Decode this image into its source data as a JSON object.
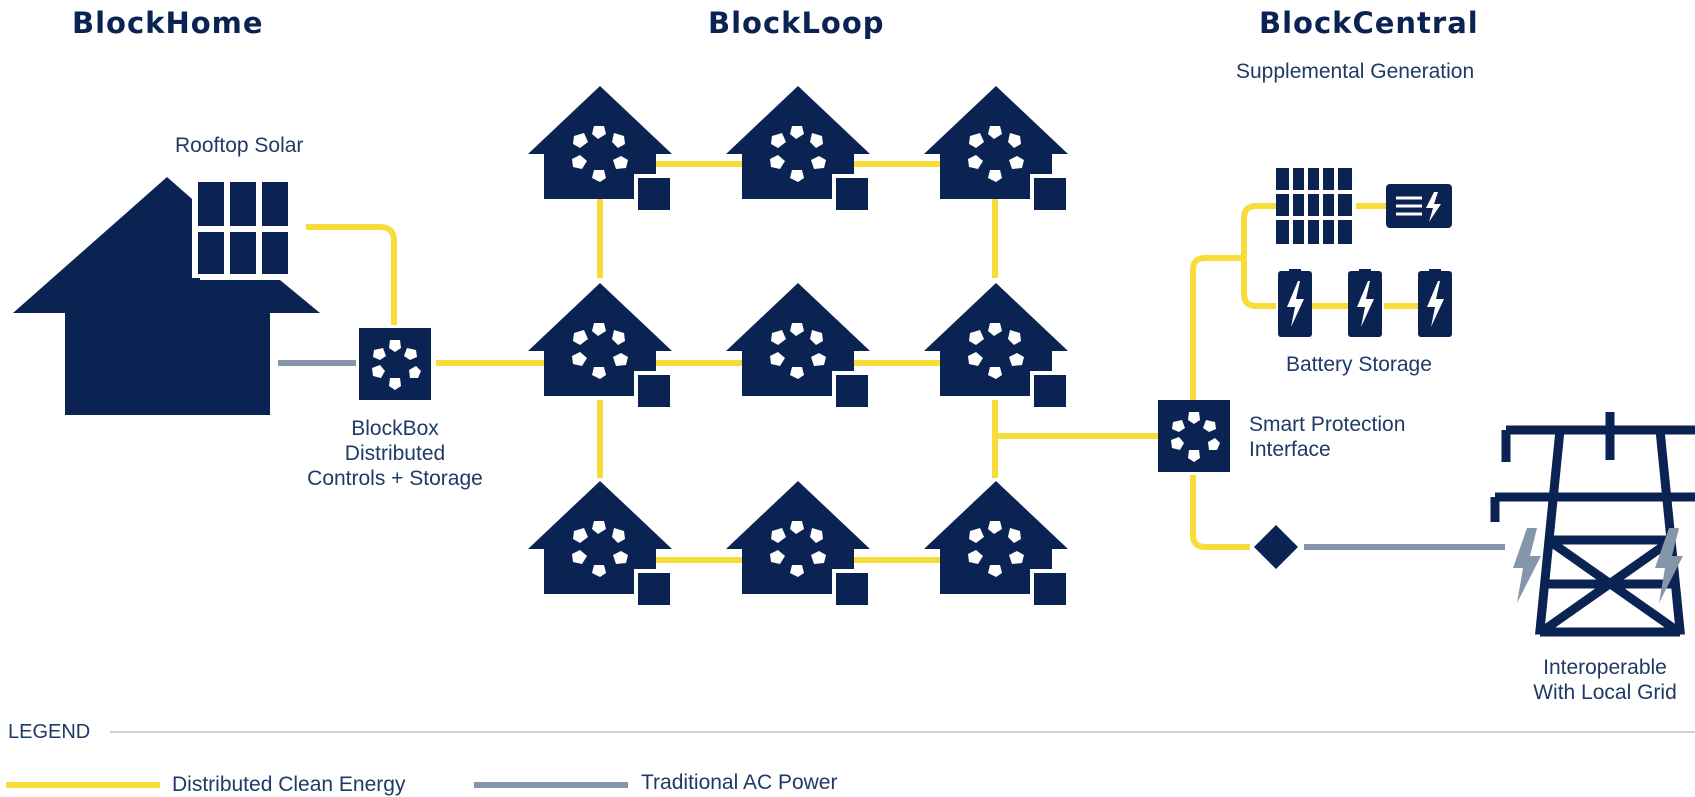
{
  "sections": {
    "home": "BlockHome",
    "loop": "BlockLoop",
    "central": "BlockCentral"
  },
  "labels": {
    "supplemental": "Supplemental Generation",
    "rooftop_solar": "Rooftop Solar",
    "blockbox_1": "BlockBox",
    "blockbox_2": "Distributed",
    "blockbox_3": "Controls + Storage",
    "battery_storage": "Battery Storage",
    "smart_protection_1": "Smart Protection",
    "smart_protection_2": "Interface",
    "grid_1": "Interoperable",
    "grid_2": "With Local Grid"
  },
  "legend": {
    "title": "LEGEND",
    "clean": "Distributed Clean Energy",
    "ac": "Traditional AC Power"
  },
  "colors": {
    "navy": "#0b2352",
    "yellow": "#f7dc3a",
    "gray": "#8596ab",
    "white": "#ffffff"
  },
  "icons": [
    "house-icon",
    "solar-panel-icon",
    "blockbox-icon",
    "loop-house-icon",
    "battery-icon",
    "generator-icon",
    "diamond-switch-icon",
    "transmission-tower-icon",
    "lightning-bolt-icon"
  ]
}
